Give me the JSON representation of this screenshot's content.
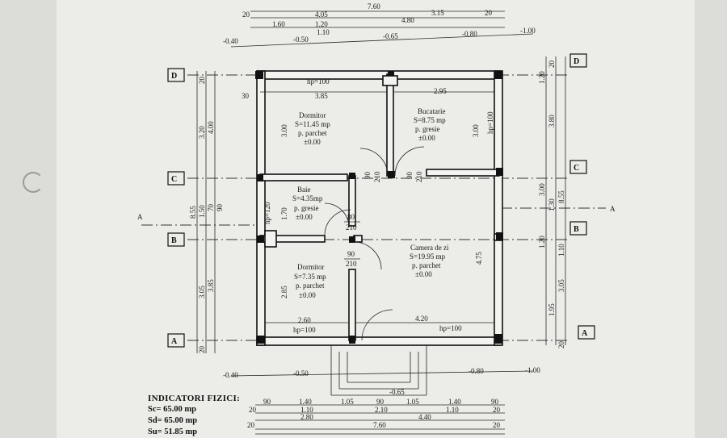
{
  "top_dims": {
    "total": "7.60",
    "row1": [
      "20",
      "4.05",
      "3.15",
      "20"
    ],
    "row2": [
      "1.60",
      "1.20",
      "4.80"
    ],
    "row2b": "1.10",
    "levels": [
      "-0.40",
      "-0.50",
      "-0.65",
      "-0.80",
      "-1.00"
    ]
  },
  "axes": {
    "D": "D",
    "C": "C",
    "B": "B",
    "A": "A",
    "section": "A"
  },
  "left_dims": {
    "outer": "8.55",
    "mid": [
      "3.20",
      "1.50",
      "3.05"
    ],
    "mid2": [
      "4.00",
      "70",
      "3.85"
    ],
    "small": [
      "20",
      "90",
      "20"
    ],
    "inner": [
      "3.00",
      "1.70",
      "2.85"
    ],
    "thirty": "30"
  },
  "right_dims": {
    "outer": "8.55",
    "a": [
      "1.20",
      "3.00",
      "1.30",
      "1.20",
      "1.95"
    ],
    "b": [
      "3.80",
      "1.10",
      "3.05"
    ],
    "c": [
      "20",
      "20"
    ],
    "inner": [
      "3.00",
      "4.75"
    ],
    "hp": "hp=100"
  },
  "rooms": [
    {
      "name": "Dormitor",
      "area": "S=11.45 mp",
      "floor": "p. parchet",
      "level": "±0.00"
    },
    {
      "name": "Bucatarie",
      "area": "S=8.75 mp",
      "floor": "p. gresie",
      "level": "±0.00"
    },
    {
      "name": "Baie",
      "area": "S=4.35mp",
      "floor": "p. gresie",
      "level": "±0.00"
    },
    {
      "name": "Camera de zi",
      "area": "S=19.95 mp",
      "floor": "p. parchet",
      "level": "±0.00"
    },
    {
      "name": "Dormitor",
      "area": "S=7.35 mp",
      "floor": "p. parchet",
      "level": "±0.00"
    }
  ],
  "inner_dims": {
    "top_left": "3.85",
    "top_right": "2.95",
    "bot_left": "2.60",
    "bot_right": "4.20",
    "hp_top": "hp=100",
    "hp_bl": "hp=100",
    "hp_br": "hp=100",
    "hp_left": "hp=120",
    "d1": "90",
    "d1h": "210",
    "d2": "90",
    "d2h": "210",
    "d3": "80",
    "d3h": "210",
    "d4": "90",
    "d4h": "210"
  },
  "bottom_dims": {
    "levels": [
      "-0.40",
      "-0.50",
      "-0.65",
      "-0.80",
      "-1.00"
    ],
    "row1": [
      "90",
      "1.40",
      "1.05",
      "90",
      "1.05",
      "1.40",
      "90"
    ],
    "row2": [
      "20",
      "1.10",
      "2.10",
      "1.10",
      "20"
    ],
    "row3": [
      "2.80",
      "4.40"
    ],
    "total": "7.60",
    "twenty": "20"
  },
  "indicators": {
    "title": "INDICATORI FIZICI:",
    "sc": "Sc=  65.00 mp",
    "sd": "Sd=  65.00 mp",
    "su": "Su=  51.85 mp"
  }
}
